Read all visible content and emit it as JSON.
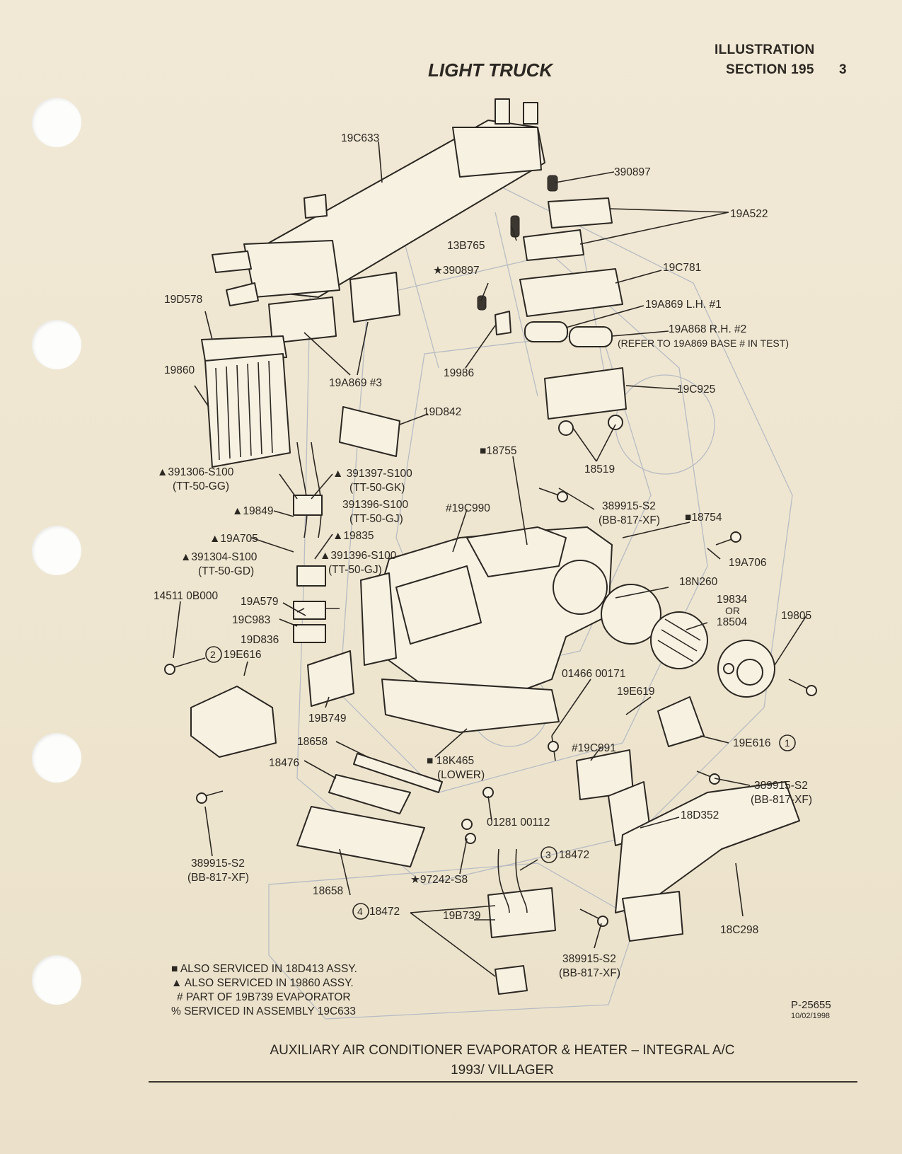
{
  "header": {
    "title": "LIGHT TRUCK",
    "section_line1": "ILLUSTRATION",
    "section_line2": "SECTION 195",
    "page_number": "3"
  },
  "parts": {
    "p19C633": "19C633",
    "p390897_top": "390897",
    "p19A522": "19A522",
    "p13B765": "13B765",
    "p390897_star": "★390897",
    "p19C781": "19C781",
    "p19A869_lh": "19A869 L.H. #1",
    "p19A868_rh": "19A868 R.H. #2",
    "p19A868_note": "(REFER TO 19A869 BASE # IN TEST)",
    "p19D578": "19D578",
    "p19860": "19860",
    "p19A869_3": "19A869 #3",
    "p19986": "19986",
    "p19C925": "19C925",
    "p19D842": "19D842",
    "p18755": "■18755",
    "p18519": "18519",
    "p391306": "▲391306-S100",
    "p391306_code": "(TT-50-GG)",
    "p391397": "▲ 391397-S100",
    "p391397_code": "(TT-50-GK)",
    "p391396_a": "391396-S100",
    "p391396_a_code": "(TT-50-GJ)",
    "p19C990": "#19C990",
    "p389915_a": "389915-S2",
    "p389915_a_code": "(BB-817-XF)",
    "p18754": "■18754",
    "p19849": "▲19849",
    "p19A705": "▲19A705",
    "p19835": "▲19835",
    "p391304": "▲391304-S100",
    "p391304_code": "(TT-50-GD)",
    "p391396_b": "▲391396-S100",
    "p391396_b_code": "(TT-50-GJ)",
    "p19A706": "19A706",
    "p18N260": "18N260",
    "p19834": "19834",
    "p19834_or": "OR",
    "p18504": "18504",
    "p19805": "19805",
    "p14511": "14511 0B000",
    "p19A579": "19A579",
    "p19C983": "19C983",
    "p19D836": "19D836",
    "p19E616_left_num": "2",
    "p19E616_left": "19E616",
    "p01466": "01466 00171",
    "p19E619": "19E619",
    "p19B749": "19B749",
    "p18658_top": "18658",
    "p18476": "18476",
    "p18K465": "■ 18K465",
    "p18K465_lower": "(LOWER)",
    "p19C991": "#19C991",
    "p19E616_right": "19E616",
    "p19E616_right_num": "1",
    "p389915_b": "389915-S2",
    "p389915_b_code": "(BB-817-XF)",
    "p01281": "01281 00112",
    "p18D352": "18D352",
    "p389915_c": "389915-S2",
    "p389915_c_code": "(BB-817-XF)",
    "p18472_3_num": "3",
    "p18472_3": "18472",
    "p97242": "★97242-S8",
    "p18658_bottom": "18658",
    "p18472_4_num": "4",
    "p18472_4": "18472",
    "p19B739": "19B739",
    "p389915_d": "389915-S2",
    "p389915_d_code": "(BB-817-XF)",
    "p18C298": "18C298"
  },
  "legend": {
    "line1": "■ ALSO SERVICED IN 18D413 ASSY.",
    "line2": "▲ ALSO SERVICED IN 19860 ASSY.",
    "line3": "# PART OF 19B739 EVAPORATOR",
    "line4": "% SERVICED IN ASSEMBLY 19C633"
  },
  "drawing_code": "P-25655",
  "drawing_date": "10/02/1998",
  "caption": {
    "line1": "AUXILIARY AIR CONDITIONER EVAPORATOR & HEATER – INTEGRAL A/C",
    "line2": "1993/ VILLAGER"
  }
}
